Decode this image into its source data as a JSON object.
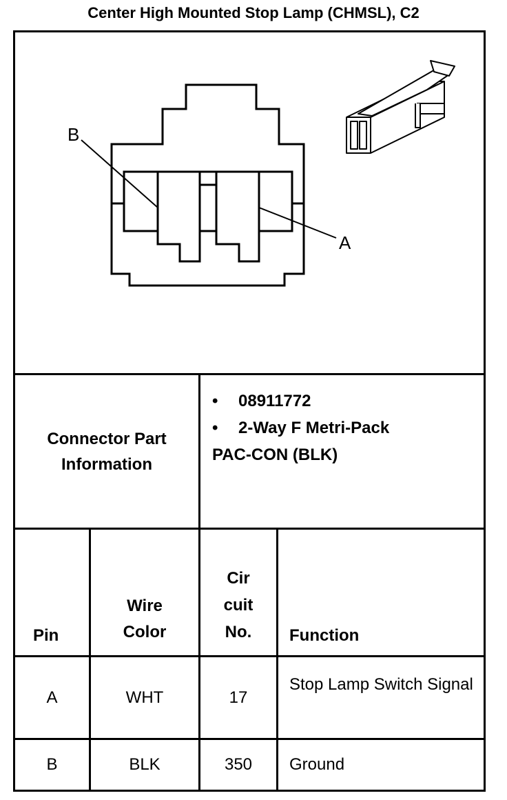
{
  "title": "Center High Mounted Stop Lamp (CHMSL), C2",
  "diagram": {
    "callouts": [
      {
        "label": "B"
      },
      {
        "label": "A"
      }
    ]
  },
  "connector_info": {
    "label": "Connector Part Information",
    "bullet_symbol": "•",
    "items": [
      "08911772",
      "2-Way F Metri-Pack"
    ],
    "continuation": "PAC-CON (BLK)"
  },
  "pin_table": {
    "headers": [
      "Pin",
      "Wire Color",
      "Cir cuit No.",
      "Function"
    ],
    "rows": [
      {
        "pin": "A",
        "wire_color": "WHT",
        "circuit": "17",
        "function": "Stop Lamp Switch Signal"
      },
      {
        "pin": "B",
        "wire_color": "BLK",
        "circuit": "350",
        "function": "Ground"
      }
    ]
  }
}
